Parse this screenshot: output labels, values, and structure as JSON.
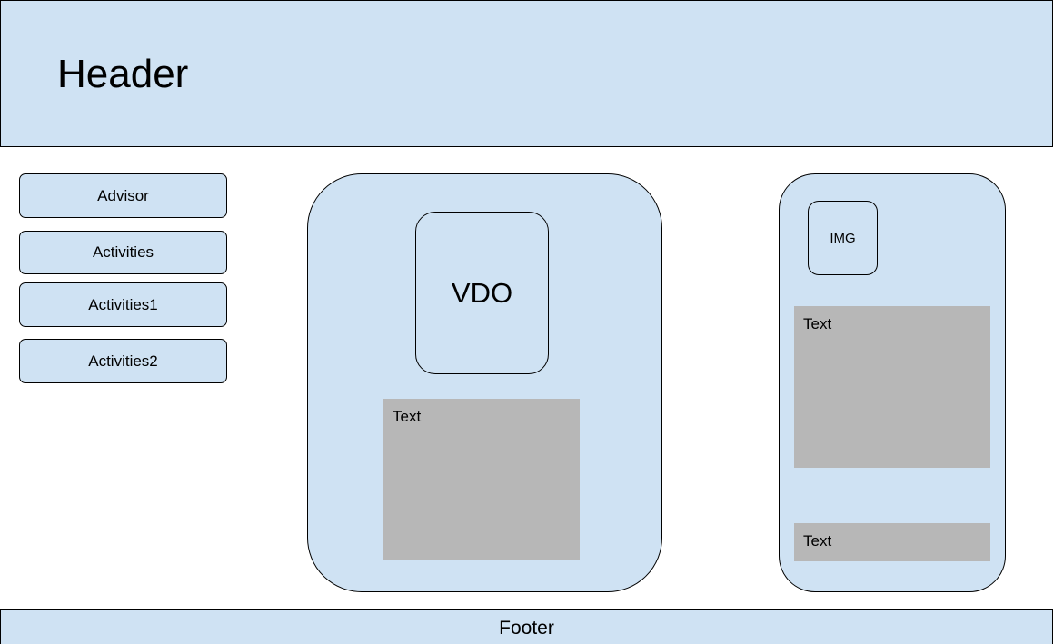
{
  "header": {
    "title": "Header"
  },
  "sidebar": {
    "items": [
      {
        "label": "Advisor"
      },
      {
        "label": "Activities"
      },
      {
        "label": "Activities1"
      },
      {
        "label": "Activities2"
      }
    ]
  },
  "center_card": {
    "video_label": "VDO",
    "text_label": "Text"
  },
  "right_card": {
    "image_label": "IMG",
    "text_label_1": "Text",
    "text_label_2": "Text"
  },
  "footer": {
    "label": "Footer"
  },
  "colors": {
    "panel_fill": "#cfe2f3",
    "text_block_fill": "#b7b7b7",
    "stroke": "#000000"
  }
}
